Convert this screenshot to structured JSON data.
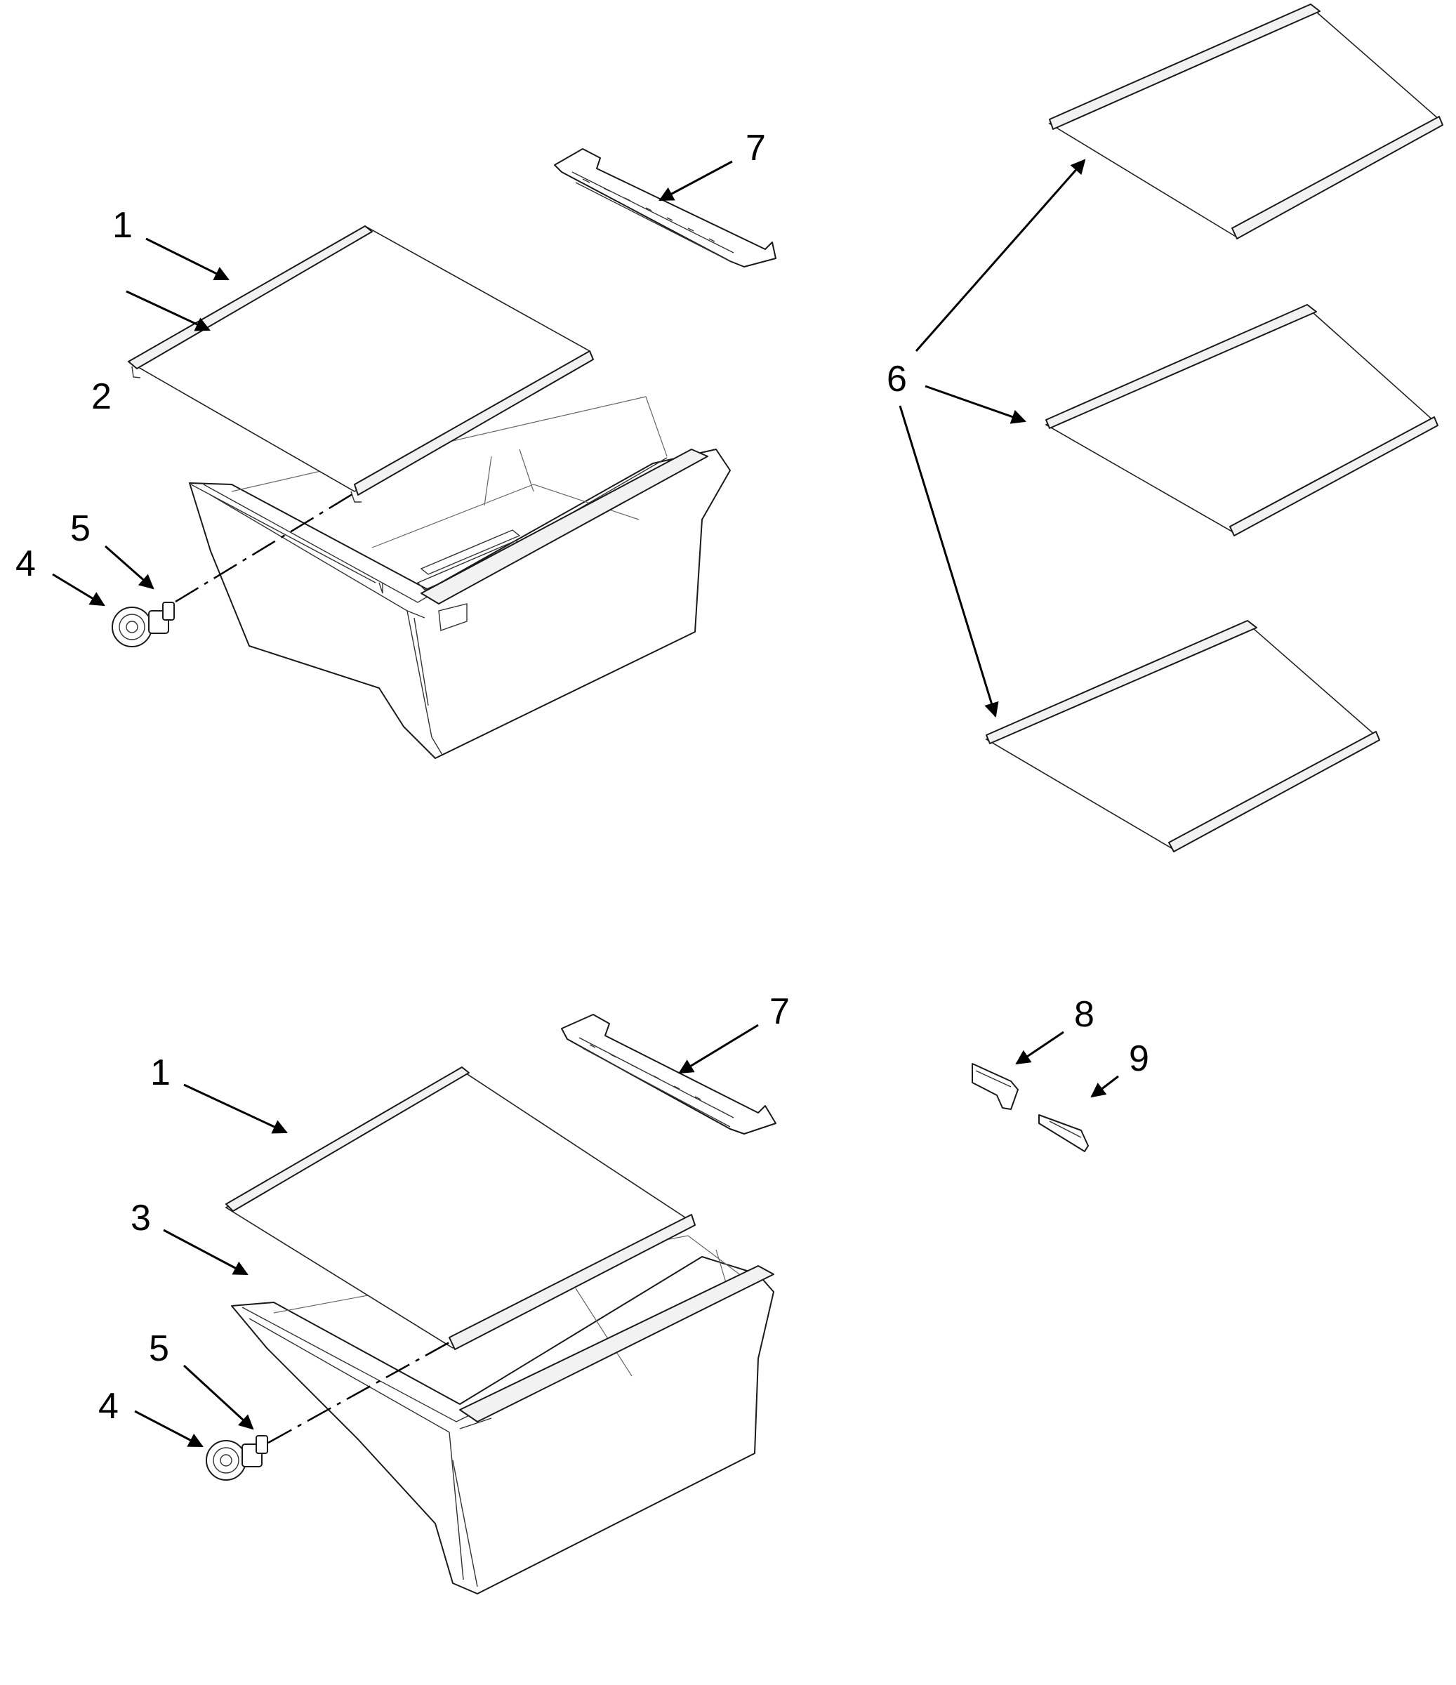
{
  "diagram": {
    "callouts": {
      "top_1": "1",
      "top_2": "2",
      "top_4": "4",
      "top_5": "5",
      "top_7": "7",
      "right_6": "6",
      "bottom_1": "1",
      "bottom_3": "3",
      "bottom_4": "4",
      "bottom_5": "5",
      "bottom_7": "7",
      "right_8": "8",
      "right_9": "9"
    }
  }
}
